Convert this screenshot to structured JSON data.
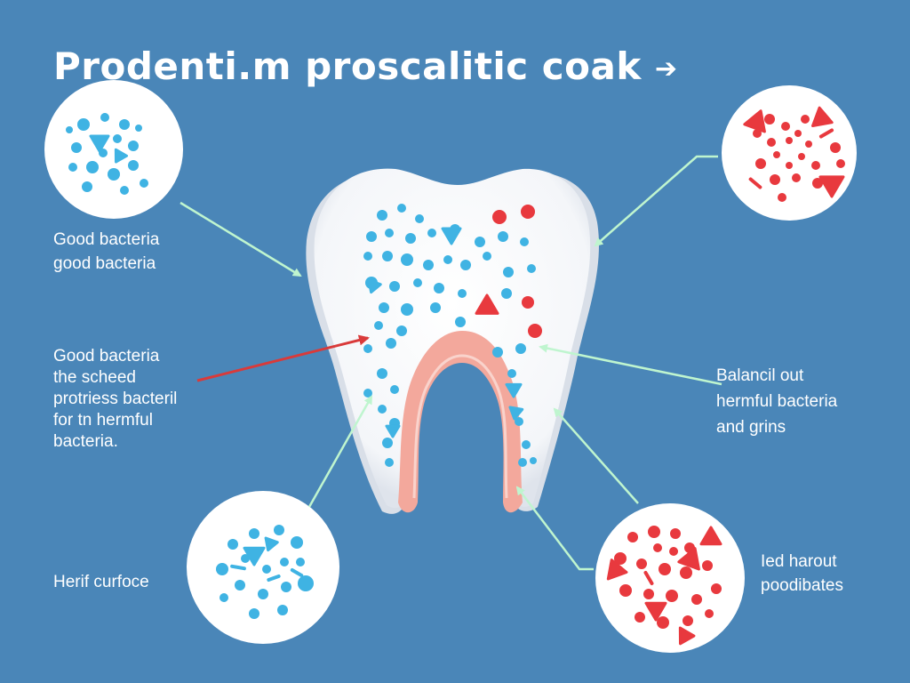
{
  "title": "Prodenti.m proscalitic coak",
  "title_arrow": "➔",
  "colors": {
    "background": "#4a86b8",
    "good_bacteria": "#3fb3e3",
    "harmful_bacteria": "#e8393e",
    "arrow_green": "#bff5cf",
    "arrow_red": "#d93a3a",
    "tooth": "#ffffff",
    "gum_pink": "#f3a89c"
  },
  "labels": {
    "top_left": [
      "Good bacteria",
      "good bacteria"
    ],
    "middle_left": [
      "Good bacteria",
      "the scheed",
      "protriess bacteril",
      "for tn hermful",
      "bacteria."
    ],
    "right": [
      "Balancil out",
      "hermful bacteria",
      "and grins"
    ],
    "bottom_left": [
      "Herif curfoce"
    ],
    "bottom_right": [
      "Ied harout",
      "poodibates"
    ]
  },
  "circles": [
    {
      "name": "good-bacteria-circle-top-left",
      "kind": "good"
    },
    {
      "name": "harmful-bacteria-circle-top-right",
      "kind": "harmful"
    },
    {
      "name": "good-bacteria-circle-bottom-left",
      "kind": "good"
    },
    {
      "name": "harmful-bacteria-circle-bottom-right",
      "kind": "harmful"
    }
  ]
}
